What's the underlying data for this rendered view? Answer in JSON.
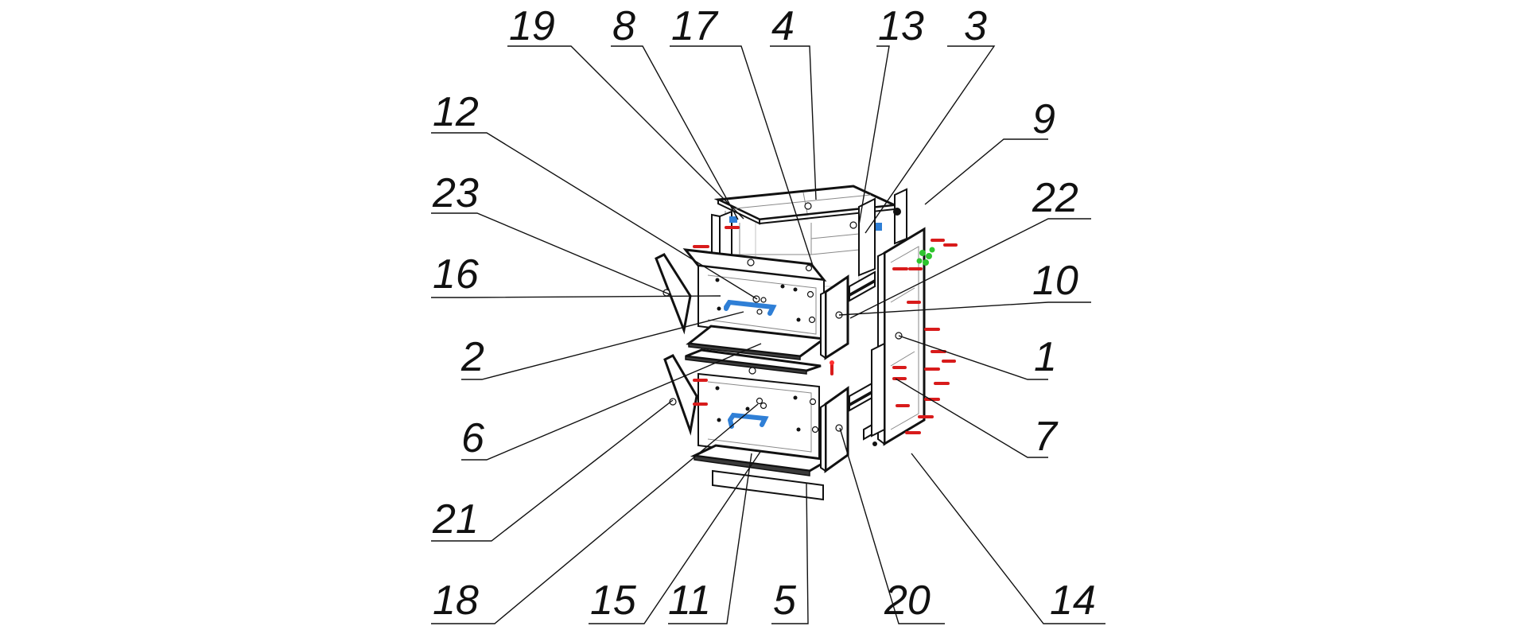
{
  "diagram": {
    "type": "exploded-assembly",
    "callouts": [
      {
        "id": "19",
        "label": "19"
      },
      {
        "id": "8",
        "label": "8"
      },
      {
        "id": "17",
        "label": "17"
      },
      {
        "id": "4",
        "label": "4"
      },
      {
        "id": "13",
        "label": "13"
      },
      {
        "id": "3",
        "label": "3"
      },
      {
        "id": "12",
        "label": "12"
      },
      {
        "id": "9",
        "label": "9"
      },
      {
        "id": "23",
        "label": "23"
      },
      {
        "id": "22",
        "label": "22"
      },
      {
        "id": "16",
        "label": "16"
      },
      {
        "id": "10",
        "label": "10"
      },
      {
        "id": "2",
        "label": "2"
      },
      {
        "id": "1",
        "label": "1"
      },
      {
        "id": "6",
        "label": "6"
      },
      {
        "id": "7",
        "label": "7"
      },
      {
        "id": "21",
        "label": "21"
      },
      {
        "id": "18",
        "label": "18"
      },
      {
        "id": "15",
        "label": "15"
      },
      {
        "id": "11",
        "label": "11"
      },
      {
        "id": "5",
        "label": "5"
      },
      {
        "id": "20",
        "label": "20"
      },
      {
        "id": "14",
        "label": "14"
      }
    ],
    "colors": {
      "line": "#111111",
      "handle": "#2f7fd6",
      "fastener": "#d81b1b",
      "accent_green": "#2ec52e"
    }
  }
}
